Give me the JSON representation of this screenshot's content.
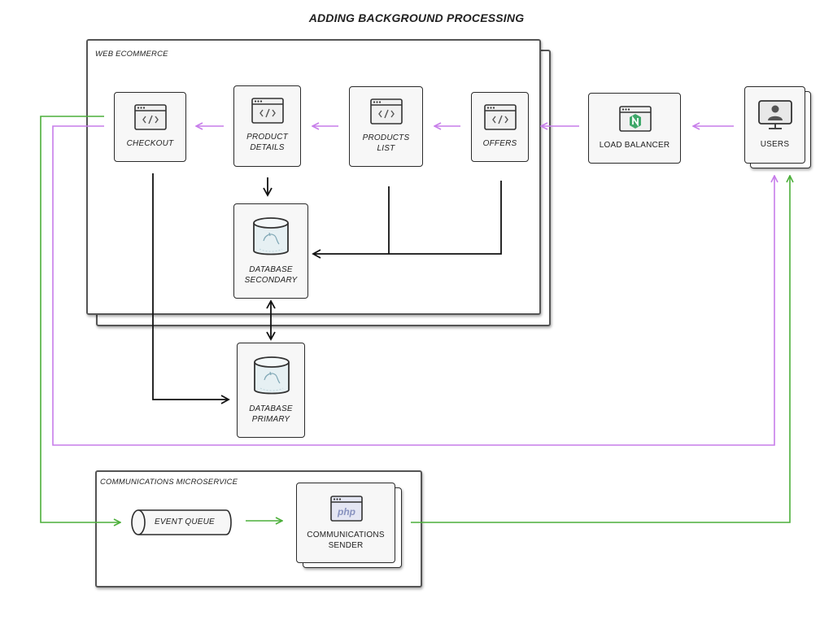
{
  "title": "ADDING BACKGROUND PROCESSING",
  "groups": {
    "web": "WEB ECOMMERCE",
    "comms": "COMMUNICATIONS MICROSERVICE"
  },
  "nodes": {
    "checkout": "CHECKOUT",
    "product_details_1": "PRODUCT",
    "product_details_2": "DETAILS",
    "products_list_1": "PRODUCTS",
    "products_list_2": "LIST",
    "offers": "OFFERS",
    "load_balancer": "LOAD BALANCER",
    "users": "USERS",
    "db_secondary_1": "DATABASE",
    "db_secondary_2": "SECONDARY",
    "db_primary_1": "DATABASE",
    "db_primary_2": "PRIMARY",
    "event_queue": "EVENT QUEUE",
    "comm_sender_1": "COMMUNICATIONS",
    "comm_sender_2": "SENDER",
    "php": "php"
  },
  "colors": {
    "purple": "#c77dea",
    "green": "#4caf3a",
    "nginx": "#3fa86a",
    "php": "#8892bf"
  },
  "icons": {
    "code": "code-window-icon",
    "nginx": "nginx-icon",
    "user": "user-monitor-icon",
    "database": "mysql-database-icon"
  }
}
